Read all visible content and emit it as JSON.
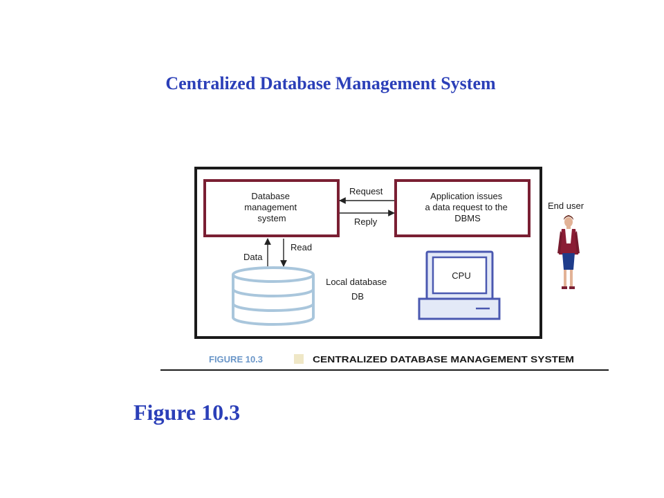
{
  "slide": {
    "title": "Centralized Database Management System",
    "figure_label": "Figure 10.3"
  },
  "diagram": {
    "dbms_box": [
      "Database",
      "management",
      "system"
    ],
    "app_box": [
      "Application issues",
      "a data request to the",
      "DBMS"
    ],
    "arrow_request": "Request",
    "arrow_reply": "Reply",
    "arrow_read": "Read",
    "arrow_data": "Data",
    "database_label": [
      "Local database",
      "DB"
    ],
    "cpu_label": "CPU",
    "end_user_label": "End user",
    "caption_number": "FIGURE 10.3",
    "caption_text": "CENTRALIZED DATABASE MANAGEMENT SYSTEM"
  },
  "colors": {
    "title_blue": "#2b3fb8",
    "box_border": "#7a1f33",
    "db_blue": "#a9c6dc",
    "cpu_blue": "#4a58b0",
    "cpu_fill": "#e3e9f7",
    "caption_accent": "#6a96c8",
    "caption_square": "#efe7c6"
  }
}
